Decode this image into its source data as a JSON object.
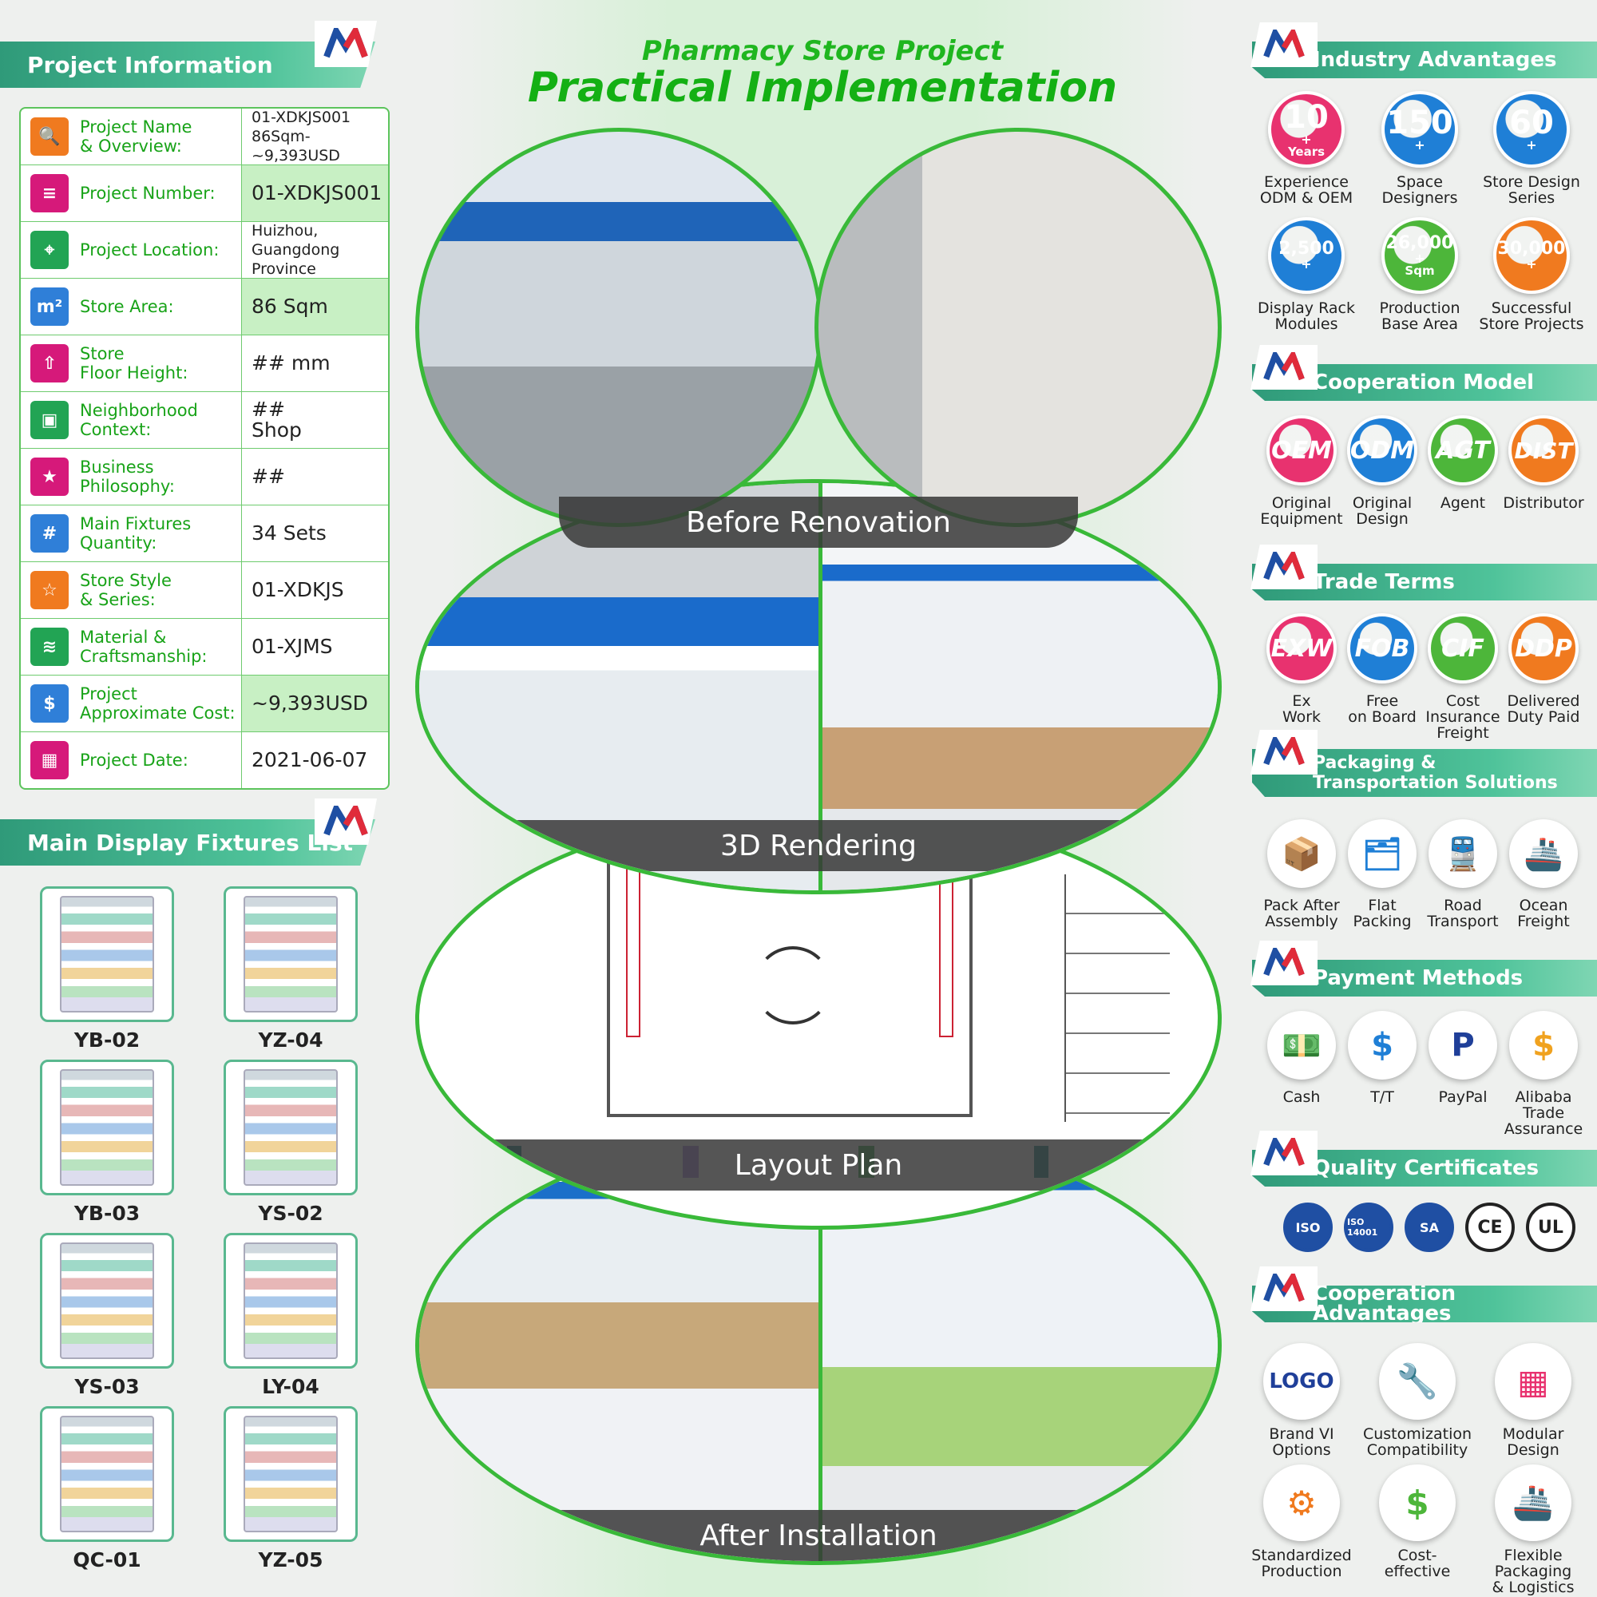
{
  "header": {
    "subtitle": "Pharmacy Store Project",
    "title": "Practical Implementation"
  },
  "project_info": {
    "title": "Project Information",
    "rows": [
      {
        "label": "Project Name\n& Overview:",
        "value": "01-XDKJS001\n86Sqm-~9,393USD",
        "icon": "search-doc-icon",
        "color": "#f07a1f"
      },
      {
        "label": "Project Number:",
        "value": "01-XDKJS001",
        "icon": "list-numbers-icon",
        "color": "#d6197a"
      },
      {
        "label": "Project Location:",
        "value": "Huizhou,\nGuangdong Province",
        "icon": "location-pin-icon",
        "color": "#22a454"
      },
      {
        "label": "Store Area:",
        "value": "86 Sqm",
        "icon": "area-icon",
        "color": "#2f7fd8"
      },
      {
        "label": "Store\nFloor Height:",
        "value": "## mm",
        "icon": "house-height-icon",
        "color": "#d6197a"
      },
      {
        "label": "Neighborhood\nContext:",
        "value": "##\nShop",
        "icon": "shop-icon",
        "color": "#22a454"
      },
      {
        "label": "Business\nPhilosophy:",
        "value": "##",
        "icon": "philosophy-icon",
        "color": "#d6197a"
      },
      {
        "label": "Main Fixtures\nQuantity:",
        "value": "34 Sets",
        "icon": "qty-box-icon",
        "color": "#2f7fd8"
      },
      {
        "label": "Store Style\n& Series:",
        "value": "01-XDKJS",
        "icon": "star-icon",
        "color": "#f07a1f"
      },
      {
        "label": "Material &\nCraftsmanship:",
        "value": "01-XJMS",
        "icon": "layers-icon",
        "color": "#22a454"
      },
      {
        "label": "Project\nApproximate Cost:",
        "value": "~9,393USD",
        "icon": "dollar-icon",
        "color": "#2f7fd8"
      },
      {
        "label": "Project Date:",
        "value": "2021-06-07",
        "icon": "calendar-icon",
        "color": "#d6197a"
      }
    ]
  },
  "fixtures": {
    "title": "Main Display Fixtures List",
    "items": [
      "YB-02",
      "YZ-04",
      "YB-03",
      "YS-02",
      "YS-03",
      "LY-04",
      "QC-01",
      "YZ-05"
    ]
  },
  "stages": [
    "Before Renovation",
    "3D Rendering",
    "Layout Plan",
    "After Installation"
  ],
  "industry": {
    "title": "Industry Advantages",
    "items": [
      {
        "big": "10",
        "sub": "Years",
        "label": "Experience\nODM & OEM",
        "color": "#e8326f"
      },
      {
        "big": "150",
        "sub": "",
        "label": "Space\nDesigners",
        "color": "#1f7fd6"
      },
      {
        "big": "60",
        "sub": "",
        "label": "Store Design\nSeries",
        "color": "#1f7fd6"
      },
      {
        "big": "2,500",
        "sub": "",
        "label": "Display Rack\nModules",
        "color": "#1f7fd6"
      },
      {
        "big": "26,000",
        "sub": "Sqm",
        "label": "Production\nBase Area",
        "color": "#4db63a"
      },
      {
        "big": "30,000",
        "sub": "",
        "label": "Successful\nStore Projects",
        "color": "#f07a1f"
      }
    ]
  },
  "cooperation": {
    "title": "Cooperation Model",
    "items": [
      {
        "code": "OEM",
        "label": "Original\nEquipment",
        "color": "#e8326f"
      },
      {
        "code": "ODM",
        "label": "Original\nDesign",
        "color": "#1f7fd6"
      },
      {
        "code": "AGT",
        "label": "Agent",
        "color": "#4db63a"
      },
      {
        "code": "DIST",
        "label": "Distributor",
        "color": "#f07a1f"
      }
    ]
  },
  "trade": {
    "title": "Trade Terms",
    "items": [
      {
        "code": "EXW",
        "label": "Ex\nWork",
        "color": "#e8326f"
      },
      {
        "code": "FOB",
        "label": "Free\non Board",
        "color": "#1f7fd6"
      },
      {
        "code": "CIF",
        "label": "Cost\nInsurance\nFreight",
        "color": "#4db63a"
      },
      {
        "code": "DDP",
        "label": "Delivered\nDuty Paid",
        "color": "#f07a1f"
      }
    ]
  },
  "packaging": {
    "title": "Packaging &\nTransportation Solutions",
    "items": [
      {
        "glyph": "📦",
        "label": "Pack After\nAssembly",
        "icon": "box-icon"
      },
      {
        "glyph": "🗂",
        "label": "Flat\nPacking",
        "icon": "flat-pack-icon"
      },
      {
        "glyph": "🚆",
        "label": "Road\nTransport",
        "icon": "train-icon"
      },
      {
        "glyph": "🚢",
        "label": "Ocean\nFreight",
        "icon": "ship-icon"
      }
    ]
  },
  "payment": {
    "title": "Payment Methods",
    "items": [
      {
        "glyph": "💵",
        "label": "Cash",
        "icon": "cash-icon"
      },
      {
        "glyph": "$",
        "label": "T/T",
        "icon": "transfer-icon"
      },
      {
        "glyph": "P",
        "label": "PayPal",
        "icon": "paypal-icon"
      },
      {
        "glyph": "$",
        "label": "Alibaba\nTrade\nAssurance",
        "icon": "shield-dollar-icon"
      }
    ]
  },
  "quality": {
    "title": "Quality Certificates",
    "items": [
      "ISO",
      "ISO 14001",
      "SA",
      "CE",
      "UL"
    ]
  },
  "coop_adv": {
    "title": "Cooperation Advantages",
    "items": [
      {
        "glyph": "LOGO",
        "label": "Brand VI\nOptions",
        "icon": "logo-icon"
      },
      {
        "glyph": "🔧",
        "label": "Customization\nCompatibility",
        "icon": "tools-icon"
      },
      {
        "glyph": "▦",
        "label": "Modular\nDesign",
        "icon": "cubes-icon"
      },
      {
        "glyph": "⚙",
        "label": "Standardized\nProduction",
        "icon": "gear-icon"
      },
      {
        "glyph": "$",
        "label": "Cost-\neffective",
        "icon": "down-arrow-dollar-icon"
      },
      {
        "glyph": "🚢",
        "label": "Flexible Packaging\n& Logistics",
        "icon": "cargo-ship-icon"
      }
    ]
  },
  "colors": {
    "accent_green": "#1fb61f",
    "header_teal": "#2f9a79"
  }
}
